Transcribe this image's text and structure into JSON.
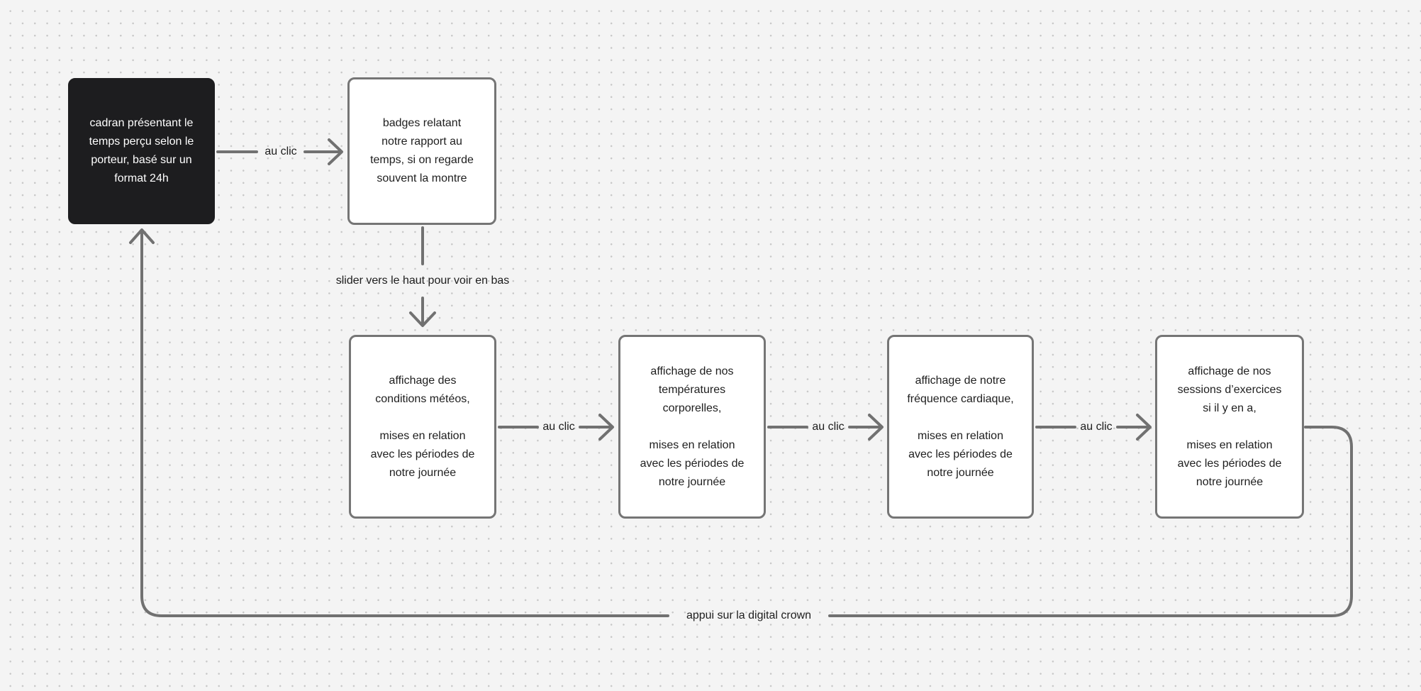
{
  "canvas": {
    "type": "flowchart-whiteboard",
    "language": "fr",
    "colors": {
      "background": "#f4f4f4",
      "dot_grid": "#c7c7c7",
      "connector": "#717171",
      "node_border": "#757575",
      "node_fill": "#ffffff",
      "dark_node_fill": "#1d1d1f",
      "text": "#1e1e1e",
      "dark_node_text": "#ffffff"
    }
  },
  "nodes": [
    {
      "id": "cadran",
      "variant": "dark",
      "text": "cadran présentant le\ntemps perçu selon le\nporteur, basé sur un\nformat 24h"
    },
    {
      "id": "badges",
      "variant": "light",
      "text": "badges relatant\nnotre rapport au\ntemps, si on regarde\nsouvent la montre"
    },
    {
      "id": "meteo",
      "variant": "light",
      "text": "affichage des\nconditions météos,\n\nmises en relation\navec les périodes de\nnotre journée"
    },
    {
      "id": "temperatures",
      "variant": "light",
      "text": "affichage de nos\ntempératures\ncorporelles,\n\nmises en relation\navec les périodes de\nnotre journée"
    },
    {
      "id": "cardiaque",
      "variant": "light",
      "text": "affichage de notre\nfréquence cardiaque,\n\nmises en relation\navec les périodes de\nnotre journée"
    },
    {
      "id": "exercices",
      "variant": "light",
      "text": "affichage de nos\nsessions d’exercices\nsi il y en a,\n\nmises en relation\navec les périodes de\nnotre journée"
    }
  ],
  "edges": [
    {
      "from": "cadran",
      "to": "badges",
      "label": "au clic"
    },
    {
      "from": "badges",
      "to": "meteo",
      "label": "slider vers le haut pour voir en bas"
    },
    {
      "from": "meteo",
      "to": "temperatures",
      "label": "au clic"
    },
    {
      "from": "temperatures",
      "to": "cardiaque",
      "label": "au clic"
    },
    {
      "from": "cardiaque",
      "to": "exercices",
      "label": "au clic"
    },
    {
      "from": "exercices",
      "to": "cadran",
      "label": "appui sur la digital crown"
    }
  ]
}
